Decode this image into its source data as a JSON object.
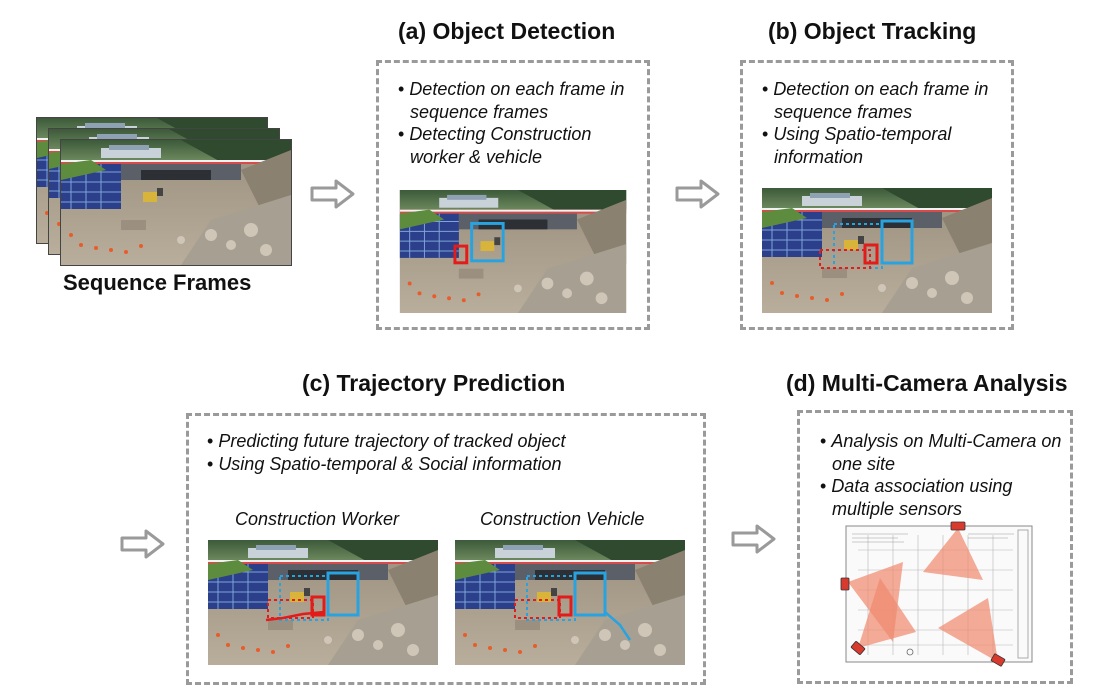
{
  "sequence": {
    "label": "Sequence Frames"
  },
  "panels": {
    "a": {
      "title": "(a) Object Detection",
      "bullets": [
        "Detection on each frame in sequence frames",
        "Detecting Construction worker & vehicle"
      ]
    },
    "b": {
      "title": "(b) Object Tracking",
      "bullets": [
        "Detection on each frame in sequence frames",
        "Using Spatio-temporal information"
      ]
    },
    "c": {
      "title": "(c) Trajectory Prediction",
      "bullets": [
        "Predicting future trajectory of tracked object",
        "Using Spatio-temporal & Social information"
      ],
      "captions": {
        "worker": "Construction Worker",
        "vehicle": "Construction Vehicle"
      }
    },
    "d": {
      "title": "(d) Multi-Camera Analysis",
      "bullets": [
        "Analysis on Multi-Camera on one site",
        "Data association using multiple sensors"
      ]
    }
  },
  "colors": {
    "worker_box": "#e21b1b",
    "vehicle_box": "#29a3e0",
    "panel_border": "#9a9a9a",
    "arrow": "#9a9a9a",
    "camera_fov": "#f08a70",
    "camera": "#d83a2e"
  }
}
